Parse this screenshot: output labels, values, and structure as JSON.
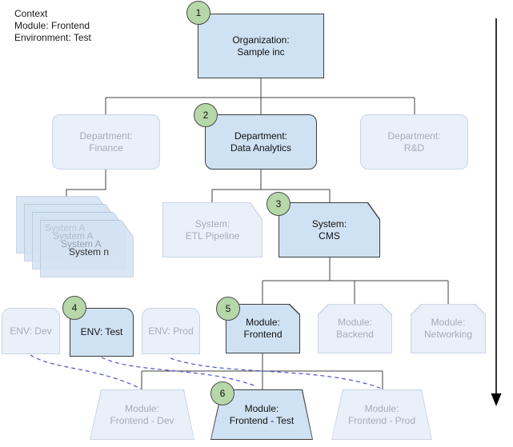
{
  "context": {
    "note": "Context\nModule: Frontend\nEnvironment: Test"
  },
  "badges": [
    "1",
    "2",
    "3",
    "4",
    "5",
    "6"
  ],
  "nodes": {
    "organization": {
      "label": "Organization:\nSample inc",
      "state": "active"
    },
    "dept_finance": {
      "label": "Department:\nFinance",
      "state": "faded"
    },
    "dept_data_analytics": {
      "label": "Department:\nData Analytics",
      "state": "active"
    },
    "dept_rnd": {
      "label": "Department:\nR&D",
      "state": "faded"
    },
    "system_stack": {
      "labels": [
        "System A",
        "System A",
        "System A",
        "System n"
      ],
      "state": "faded"
    },
    "system_etl": {
      "label": "System:\nETL Pipeline",
      "state": "faded"
    },
    "system_cms": {
      "label": "System:\nCMS",
      "state": "active"
    },
    "env_dev": {
      "label": "ENV: Dev",
      "state": "faded"
    },
    "env_test": {
      "label": "ENV: Test",
      "state": "active"
    },
    "env_prod": {
      "label": "ENV: Prod",
      "state": "faded"
    },
    "module_frontend": {
      "label": "Module:\nFrontend",
      "state": "active"
    },
    "module_backend": {
      "label": "Module:\nBackend",
      "state": "faded"
    },
    "module_networking": {
      "label": "Module:\nNetworking",
      "state": "faded"
    },
    "deploy_dev": {
      "label": "Module:\nFrontend - Dev",
      "state": "faded"
    },
    "deploy_test": {
      "label": "Module:\nFrontend - Test",
      "state": "active"
    },
    "deploy_prod": {
      "label": "Module:\nFrontend - Prod",
      "state": "faded"
    }
  },
  "colors": {
    "active_fill": "#cfe2f3",
    "active_border": "#3d3d3d",
    "faded_fill": "#e9f0f9",
    "faded_border": "#c9d5e4",
    "faded_text": "#a4acb8",
    "badge_fill": "#b6d7a8",
    "badge_border": "#4a4a4a",
    "connector_color": "#424242",
    "link_color": "#4d50d4",
    "arrow_color": "#000000"
  }
}
